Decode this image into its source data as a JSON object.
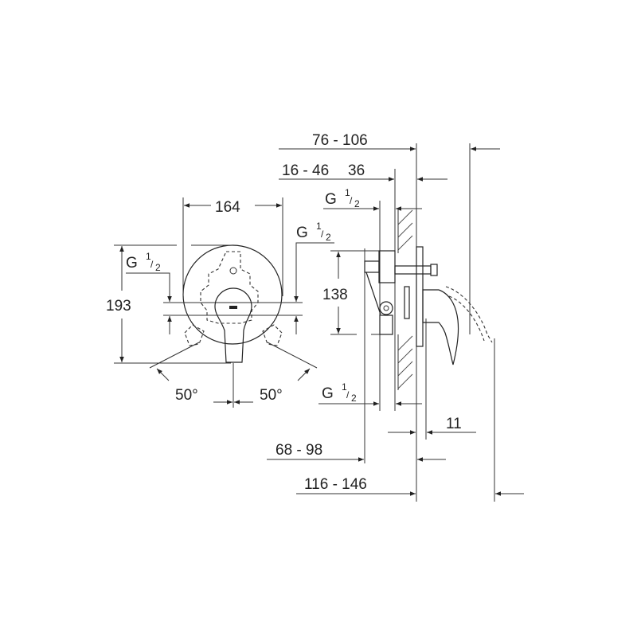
{
  "front_view": {
    "width": "164",
    "height": "193",
    "inlet_left": {
      "main": "G",
      "num": "1",
      "den": "2"
    },
    "inlet_right": {
      "main": "G",
      "num": "1",
      "den": "2"
    },
    "angle_left": "50°",
    "angle_right": "50°"
  },
  "side_view": {
    "overall_depth": "76 - 106",
    "body_depth": "16 - 46",
    "wall_gap": "36",
    "inlet_top": {
      "main": "G",
      "num": "1",
      "den": "2"
    },
    "inlet_bottom": {
      "main": "G",
      "num": "1",
      "den": "2"
    },
    "height": "138",
    "plate": "11",
    "install_depth": "68 - 98",
    "total_depth": "116 - 146"
  },
  "colors": {
    "line": "#222222",
    "background": "#ffffff"
  }
}
